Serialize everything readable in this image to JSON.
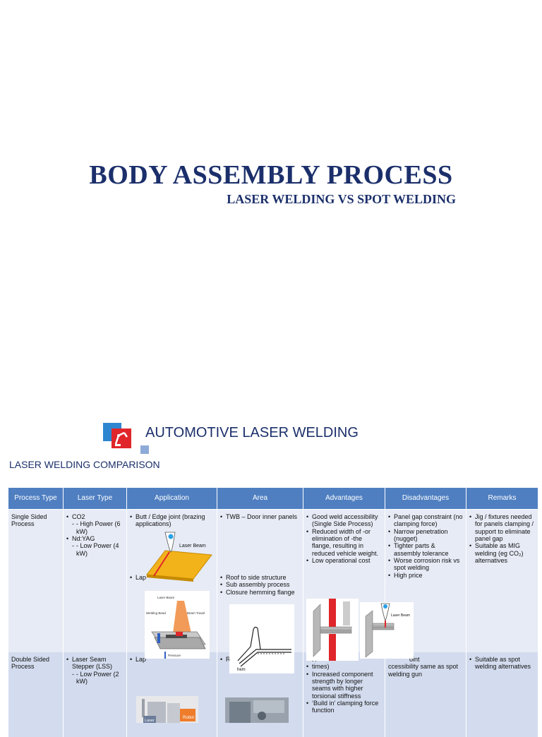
{
  "slide1": {
    "title": "BODY ASSEMBLY PROCESS",
    "subtitle": "LASER WELDING VS SPOT WELDING"
  },
  "slide2": {
    "heading": "AUTOMOTIVE LASER WELDING",
    "table_title": "LASER WELDING COMPARISON",
    "columns": [
      "Process Type",
      "Laser Type",
      "Application",
      "Area",
      "Advantages",
      "Disadvantages",
      "Remarks"
    ],
    "rows": [
      {
        "process": "Single Sided Process",
        "laser_type": [
          "CO2",
          "- High Power (6 kW)",
          "Nd:YAG",
          "- Low Power (4 kW)"
        ],
        "application": [
          "Butt / Edge joint (brazing applications)",
          "Lap"
        ],
        "area": [
          "TWB – Door inner panels",
          "Roof to side structure",
          "Sub assembly process",
          "Closure hemming flange"
        ],
        "advantages": [
          "Good weld accessibility (Single Side Process)",
          "Reduced width of -or elimination of -the flange, resulting in reduced vehicle weight.",
          "Low operational cost"
        ],
        "disadvantages": [
          "Panel gap constraint (no clamping force)",
          "Narrow penetration (nugget)",
          "Tighter parts & assembly tolerance",
          "Worse corrosion risk vs spot welding",
          "High price"
        ],
        "remarks": [
          "Jig / fixtures needed for panels clamping / support to eliminate panel gap",
          "Suitable as MIG welding (eg CO₂) alternatives"
        ]
      },
      {
        "process": "Double Sided Process",
        "laser_type": [
          "Laser Seam Stepper (LSS)",
          "- Low Power (2 kW)"
        ],
        "application": [
          "Lap"
        ],
        "area": [
          "Re"
        ],
        "advantages": [
          "H",
          "times)",
          "Increased component strength by longer seams with higher torsional stiffness",
          "‘Build in’ clamping force function"
        ],
        "disadvantages": [
          "oint",
          "ccessibility same as spot welding gun"
        ],
        "remarks": [
          "Suitable as spot welding alternatives"
        ]
      }
    ],
    "figure_labels": {
      "laser_beam": "Laser Beam",
      "laser_beam_small": "Laser Beam",
      "welding_bead": "Welding Bead",
      "beam_travel": "Beam Travel",
      "pressure": "Pressure",
      "hem": "hem",
      "laser_beam_right": "Laser Beam",
      "laser_photo_label": "Laser",
      "robot_label": "Robot"
    }
  }
}
